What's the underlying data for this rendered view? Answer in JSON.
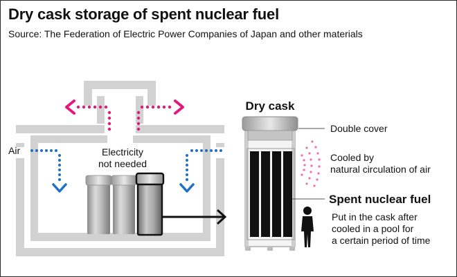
{
  "header": {
    "title": "Dry cask storage of spent nuclear fuel",
    "source": "Source: The Federation of Electric Power Companies of Japan and other materials"
  },
  "diagram": {
    "air_label": "Air",
    "electricity_label": [
      "Electricity",
      "not needed"
    ],
    "cask_title": "Dry cask",
    "double_cover_label": "Double cover",
    "cooled_label": [
      "Cooled by",
      "natural circulation of air"
    ],
    "spent_fuel_label": "Spent nuclear fuel",
    "spent_fuel_note": [
      "Put in the cask after",
      "cooled in a pool for",
      "a certain period of time"
    ]
  },
  "colors": {
    "building": "#d2d2d2",
    "air_in": "#1f6fc5",
    "air_out": "#e3197a",
    "heat_dots": "#ef6fa4",
    "fuel": "#111111"
  },
  "icons": [
    "person-icon",
    "heat-wave-icon",
    "arrow-right-icon"
  ]
}
